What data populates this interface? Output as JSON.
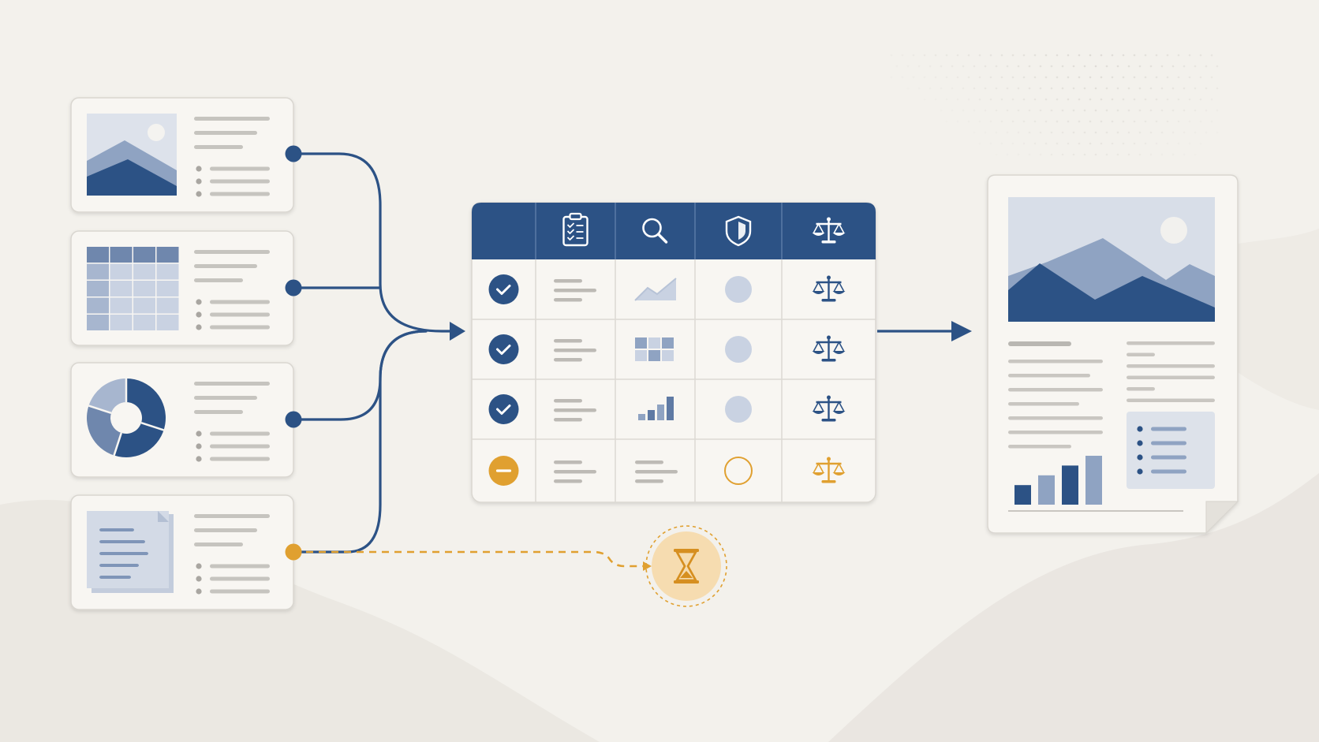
{
  "colors": {
    "background": "#f3f1ec",
    "card": "#f8f6f2",
    "card_border": "#d9d6d0",
    "navy": "#2c5285",
    "navy_light": "#8fa3c2",
    "navy_pale": "#c9d2e2",
    "gray_line": "#c6c4bf",
    "amber": "#e0a030",
    "amber_pale": "#f6dcb0"
  },
  "sources": [
    {
      "kind": "image",
      "icon": "image-thumbnail-icon",
      "status": "connected"
    },
    {
      "kind": "table",
      "icon": "table-grid-icon",
      "status": "connected"
    },
    {
      "kind": "donut-chart",
      "icon": "donut-chart-icon",
      "status": "connected"
    },
    {
      "kind": "document",
      "icon": "document-icon",
      "status": "pending"
    }
  ],
  "matrix": {
    "columns": [
      {
        "icon": "status-column"
      },
      {
        "icon": "clipboard-checklist-icon"
      },
      {
        "icon": "magnifier-icon"
      },
      {
        "icon": "shield-icon"
      },
      {
        "icon": "scales-icon"
      }
    ],
    "rows": [
      {
        "status": "approved",
        "status_icon": "check-circle-icon",
        "preview": "line-chart-icon",
        "shield": "filled",
        "scales": "navy"
      },
      {
        "status": "approved",
        "status_icon": "check-circle-icon",
        "preview": "grid-thumbnail-icon",
        "shield": "filled",
        "scales": "navy"
      },
      {
        "status": "approved",
        "status_icon": "check-circle-icon",
        "preview": "bar-chart-icon",
        "shield": "filled",
        "scales": "navy"
      },
      {
        "status": "pending",
        "status_icon": "minus-circle-icon",
        "preview": "text-lines",
        "shield": "empty",
        "scales": "amber"
      }
    ]
  },
  "waiting_icon": "hourglass-icon",
  "report": {
    "chart": {
      "values": [
        2,
        3,
        4,
        5
      ]
    }
  }
}
